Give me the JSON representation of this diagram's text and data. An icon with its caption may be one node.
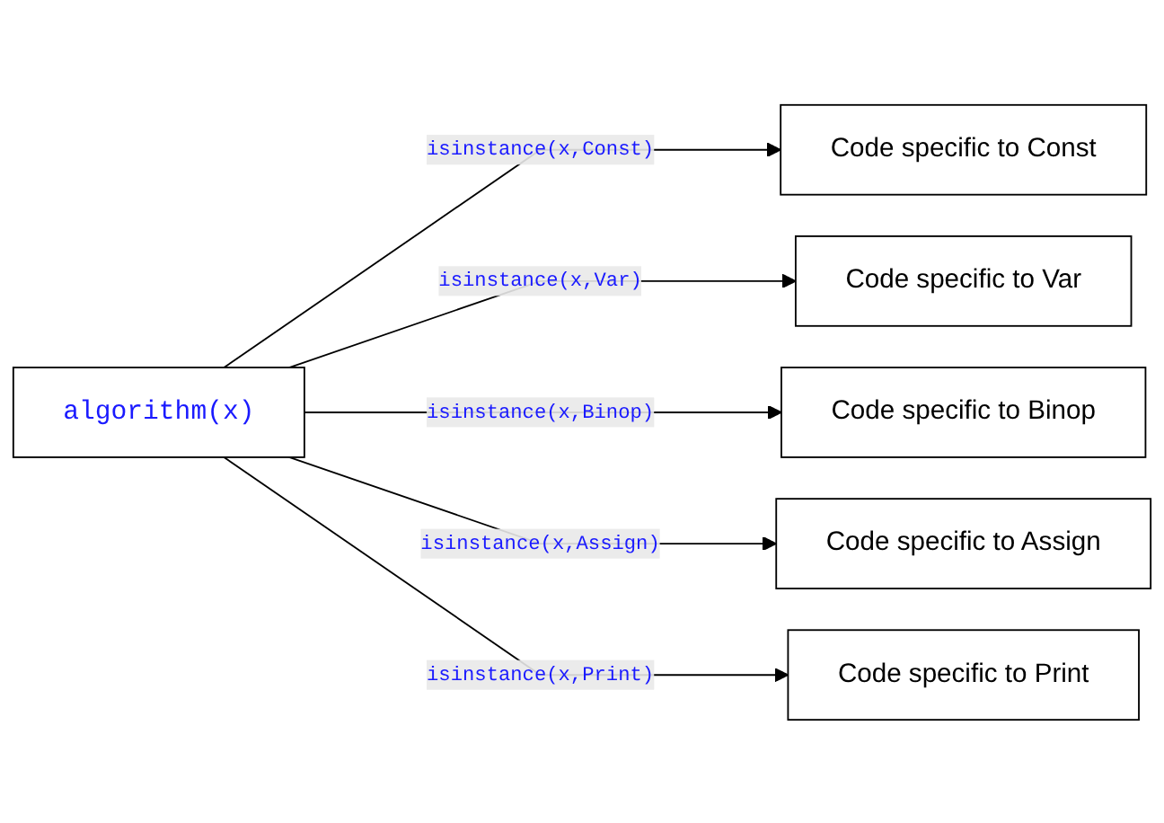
{
  "diagram": {
    "nodes": [
      {
        "text": [
          "algorithm(x)"
        ]
      },
      {
        "text": [
          "Code specific to Const"
        ]
      },
      {
        "text": [
          "Code specific to Var"
        ]
      },
      {
        "text": [
          "Code specific to Binop"
        ]
      },
      {
        "text": [
          "Code specific to Assign"
        ]
      },
      {
        "text": [
          "Code specific to Print"
        ]
      }
    ],
    "edges": [
      {
        "from": 0,
        "to": 1,
        "arrow": "to",
        "label": "isinstance(x,Const)"
      },
      {
        "from": 0,
        "to": 2,
        "arrow": "to",
        "label": "isinstance(x,Var)"
      },
      {
        "from": 0,
        "to": 3,
        "arrow": "to",
        "label": "isinstance(x,Binop)"
      },
      {
        "from": 0,
        "to": 4,
        "arrow": "to",
        "label": "isinstance(x,Assign)"
      },
      {
        "from": 0,
        "to": 5,
        "arrow": "to",
        "label": "isinstance(x,Print)"
      }
    ]
  }
}
